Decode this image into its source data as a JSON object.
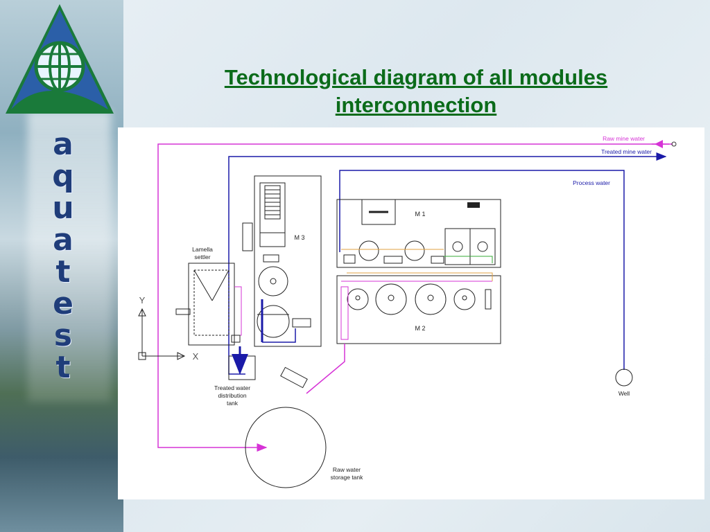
{
  "slide": {
    "title_line1": "Technological diagram of all modules",
    "title_line2": "interconnection",
    "brand_letters": [
      "a",
      "q",
      "u",
      "a",
      "t",
      "e",
      "s",
      "t"
    ]
  },
  "colors": {
    "title": "#0b6b1a",
    "raw_water": "#d633d6",
    "treated_water": "#1a1aa8",
    "brand": "#1f3d7a"
  },
  "diagram": {
    "lines": {
      "raw": "Raw mine water",
      "treated": "Treated mine water",
      "process": "Process water"
    },
    "modules": {
      "m1": "M 1",
      "m2": "M 2",
      "m3": "M 3"
    },
    "labels": {
      "lamella_1": "Lamella",
      "lamella_2": "settler",
      "treated_tank_1": "Treated water",
      "treated_tank_2": "distribution",
      "treated_tank_3": "tank",
      "well": "Well",
      "raw_tank_1": "Raw water",
      "raw_tank_2": "storage tank"
    },
    "axes": {
      "y": "Y",
      "x": "X"
    }
  }
}
